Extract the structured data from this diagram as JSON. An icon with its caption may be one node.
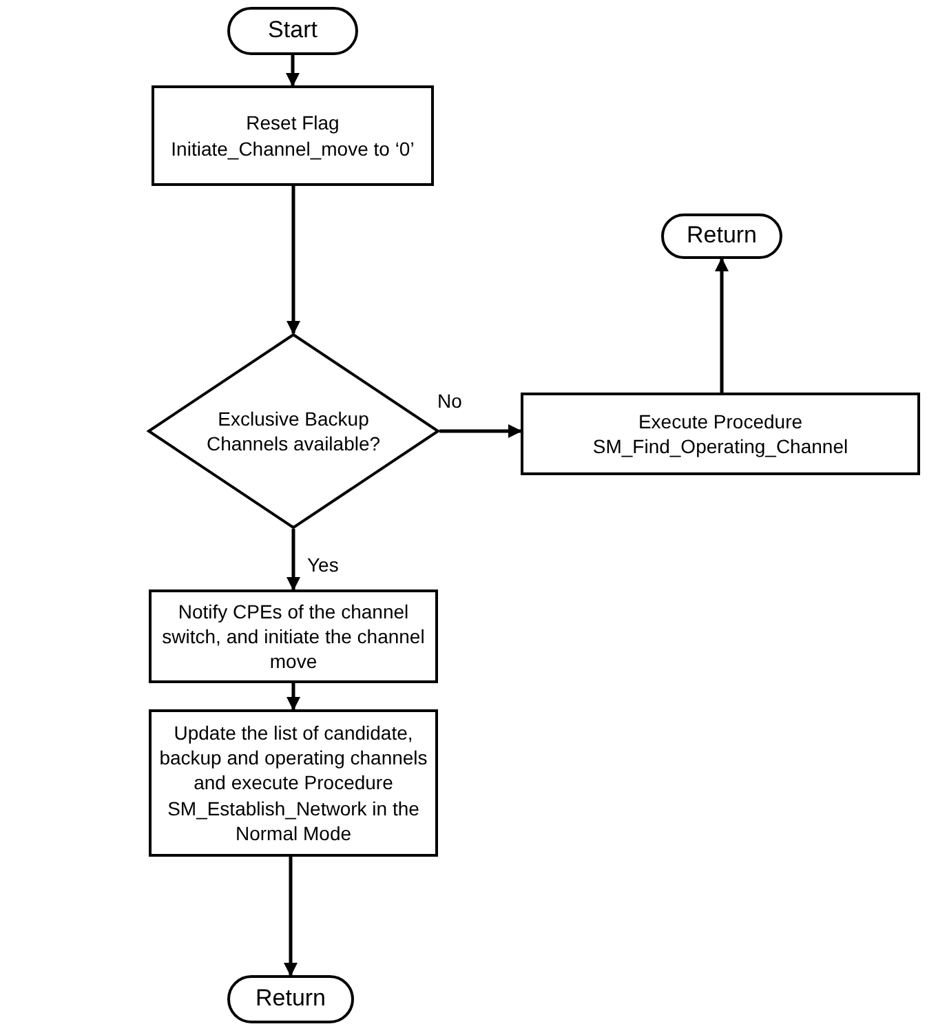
{
  "diagram": {
    "nodes": [
      {
        "text": [
          "Start"
        ]
      },
      {
        "text": [
          "Reset Flag Initiate_Channel_move to ‘0’"
        ]
      },
      {
        "text": [
          "Exclusive Backup Channels available?"
        ]
      },
      {
        "text": [
          "Execute Procedure SM_Find_Operating_Channel"
        ]
      },
      {
        "text": [
          "Return"
        ]
      },
      {
        "text": [
          "Notify CPEs of the channel switch, and initiate the channel move"
        ]
      },
      {
        "text": [
          "Update the list of candidate, backup and operating channels and execute Procedure SM_Establish_Network in the Normal Mode"
        ]
      },
      {
        "text": [
          "Return"
        ]
      }
    ],
    "edges": [
      {
        "from": 0,
        "to": 1,
        "arrow": "to"
      },
      {
        "from": 1,
        "to": 2,
        "arrow": "to"
      },
      {
        "from": 2,
        "to": 3,
        "arrow": "to",
        "label": "No"
      },
      {
        "from": 3,
        "to": 4,
        "arrow": "to"
      },
      {
        "from": 2,
        "to": 5,
        "arrow": "to",
        "label": "Yes"
      },
      {
        "from": 5,
        "to": 6,
        "arrow": "to"
      },
      {
        "from": 6,
        "to": 7,
        "arrow": "to"
      }
    ]
  }
}
